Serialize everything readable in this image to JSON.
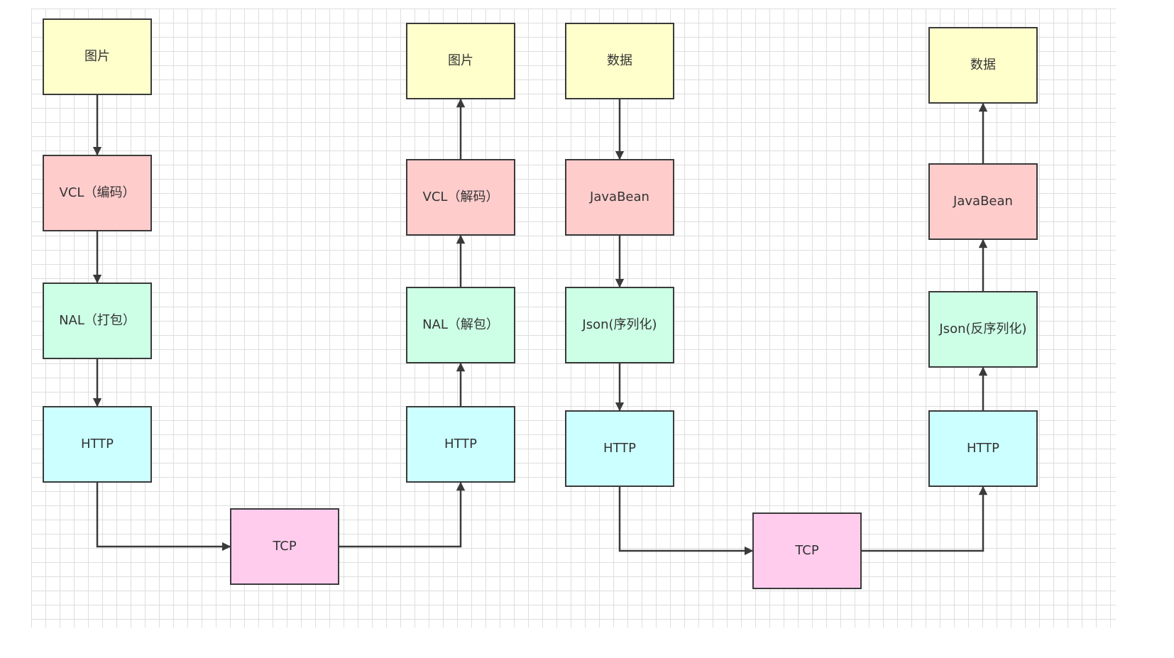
{
  "colors": {
    "yellow": "#ffffcc",
    "red": "#ffcccc",
    "green": "#ccffe6",
    "cyan": "#ccffff",
    "pink": "#ffccee",
    "stroke": "#3a3a3a",
    "grid": "#dedede"
  },
  "nodes": [
    {
      "id": "img1",
      "label": "图片",
      "color": "yellow"
    },
    {
      "id": "vcl1",
      "label": "VCL（编码）",
      "color": "red"
    },
    {
      "id": "nal1",
      "label": "NAL（打包）",
      "color": "green"
    },
    {
      "id": "http1",
      "label": "HTTP",
      "color": "cyan"
    },
    {
      "id": "tcp1",
      "label": "TCP",
      "color": "pink"
    },
    {
      "id": "http2",
      "label": "HTTP",
      "color": "cyan"
    },
    {
      "id": "nal2",
      "label": "NAL（解包）",
      "color": "green"
    },
    {
      "id": "vcl2",
      "label": "VCL（解码）",
      "color": "red"
    },
    {
      "id": "img2",
      "label": "图片",
      "color": "yellow"
    },
    {
      "id": "data1",
      "label": "数据",
      "color": "yellow"
    },
    {
      "id": "bean1",
      "label": "JavaBean",
      "color": "red"
    },
    {
      "id": "json1",
      "label": "Json(序列化)",
      "color": "green"
    },
    {
      "id": "http3",
      "label": "HTTP",
      "color": "cyan"
    },
    {
      "id": "tcp2",
      "label": "TCP",
      "color": "pink"
    },
    {
      "id": "http4",
      "label": "HTTP",
      "color": "cyan"
    },
    {
      "id": "json2",
      "label": "Json(反序列化)",
      "color": "green"
    },
    {
      "id": "bean2",
      "label": "JavaBean",
      "color": "red"
    },
    {
      "id": "data2",
      "label": "数据",
      "color": "yellow"
    }
  ],
  "edges": [
    {
      "from": "img1",
      "to": "vcl1"
    },
    {
      "from": "vcl1",
      "to": "nal1"
    },
    {
      "from": "nal1",
      "to": "http1"
    },
    {
      "from": "http1",
      "to": "tcp1"
    },
    {
      "from": "tcp1",
      "to": "http2"
    },
    {
      "from": "http2",
      "to": "nal2"
    },
    {
      "from": "nal2",
      "to": "vcl2"
    },
    {
      "from": "vcl2",
      "to": "img2"
    },
    {
      "from": "data1",
      "to": "bean1"
    },
    {
      "from": "bean1",
      "to": "json1"
    },
    {
      "from": "json1",
      "to": "http3"
    },
    {
      "from": "http3",
      "to": "tcp2"
    },
    {
      "from": "tcp2",
      "to": "http4"
    },
    {
      "from": "http4",
      "to": "json2"
    },
    {
      "from": "json2",
      "to": "bean2"
    },
    {
      "from": "bean2",
      "to": "data2"
    }
  ]
}
